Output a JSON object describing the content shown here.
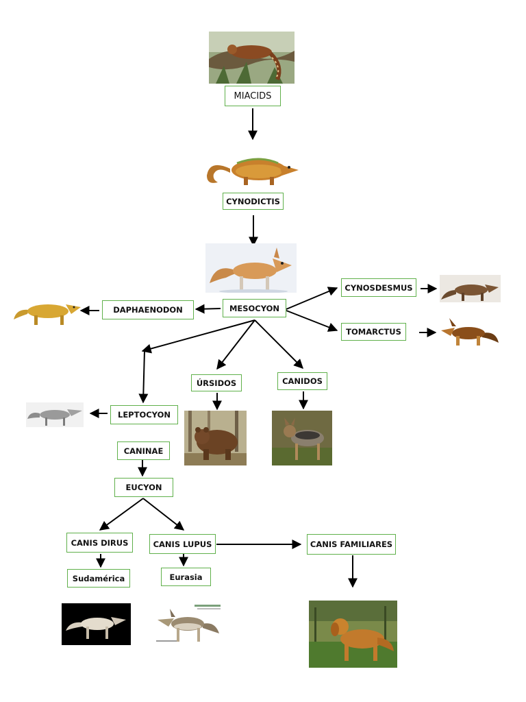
{
  "nodes": {
    "miacids": "MIACIDS",
    "cynodictis": "CYNODICTIS",
    "mesocyon": "MESOCYON",
    "cynosdesmus": "CYNOSDESMUS",
    "tomarctus": "TOMARCTUS",
    "daphaenodon": "DAPHAENODON",
    "ursidos": "ÚRSIDOS",
    "canidos": "CANIDOS",
    "leptocyon": "LEPTOCYON",
    "caninae": "CANINAE",
    "eucyon": "EUCYON",
    "canis_dirus": "CANIS DIRUS",
    "canis_lupus": "CANIS LUPUS",
    "canis_familiares": "CANIS FAMILIARES",
    "sudamerica": "Sudamérica",
    "eurasia": "Eurasia"
  },
  "colors": {
    "box_border": "#5fb04a",
    "arrow": "#000000",
    "text": "#111111"
  }
}
